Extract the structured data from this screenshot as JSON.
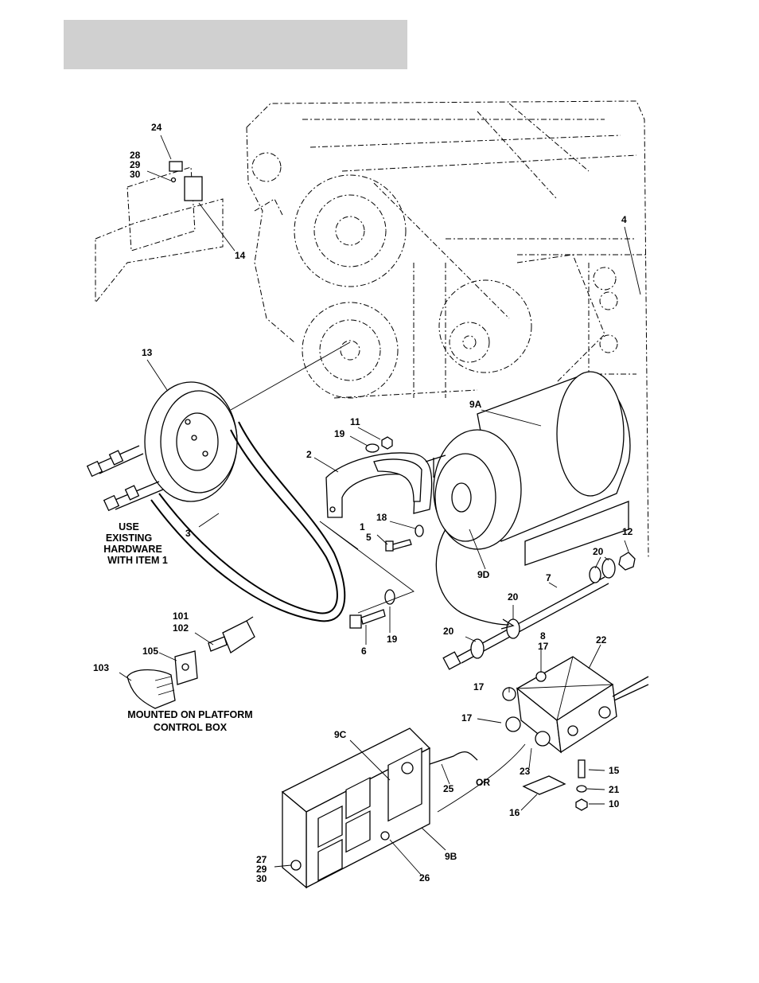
{
  "header": {
    "color": "#d0d0d0"
  },
  "callouts": {
    "c24": "24",
    "c28": "28",
    "c29a": "29",
    "c30a": "30",
    "c14": "14",
    "c4": "4",
    "c13": "13",
    "c9a": "9A",
    "c11": "11",
    "c19a": "19",
    "c2": "2",
    "c18": "18",
    "c1": "1",
    "c5": "5",
    "c3": "3",
    "c12": "12",
    "c20a": "20",
    "c9d": "9D",
    "c7": "7",
    "c20b": "20",
    "c20c": "20",
    "c6": "6",
    "c19b": "19",
    "c8": "8",
    "c17a": "17",
    "c22": "22",
    "c101": "101",
    "c102": "102",
    "c105": "105",
    "c103": "103",
    "c17b": "17",
    "c17c": "17",
    "c9c": "9C",
    "c23": "23",
    "c15": "15",
    "c25": "25",
    "c21": "21",
    "c10": "10",
    "c16": "16",
    "c27": "27",
    "c29b": "29",
    "c30b": "30",
    "c26": "26",
    "c9b": "9B",
    "or": "OR"
  },
  "notes": {
    "use_existing": [
      "USE",
      "EXISTING",
      "HARDWARE",
      "WITH ITEM 1"
    ],
    "mounted": [
      "MOUNTED ON PLATFORM",
      "CONTROL BOX"
    ]
  },
  "icons": [
    "engine-outline",
    "pulley",
    "v-belt",
    "bracket",
    "generator",
    "rod",
    "junction-box",
    "outlet-box",
    "toggle-switch",
    "relay"
  ]
}
